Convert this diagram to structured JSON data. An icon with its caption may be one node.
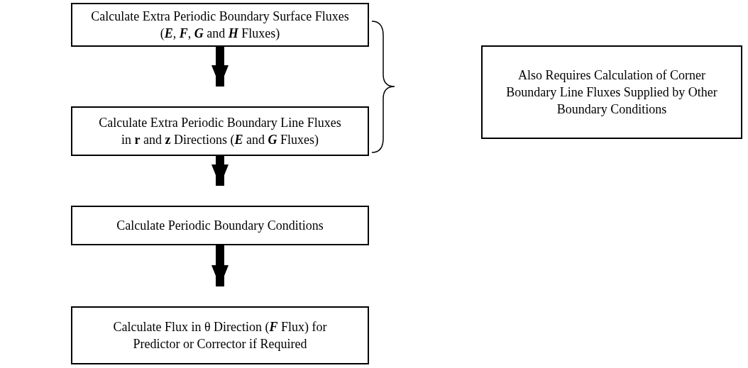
{
  "diagram": {
    "nodes": [
      {
        "text": [
          "Calculate Extra Periodic Boundary Surface Fluxes (*E*, *F*, *G* and *H* Fluxes)"
        ]
      },
      {
        "text": [
          "Calculate Extra Periodic Boundary Line Fluxes in **r** and **z** Directions (*E* and *G* Fluxes)"
        ]
      },
      {
        "text": [
          "Calculate Periodic Boundary Conditions"
        ]
      },
      {
        "text": [
          "Calculate Flux in θ Direction (*F* Flux) for Predictor or Corrector if Required"
        ]
      },
      {
        "text": [
          "Also Requires Calculation of Corner Boundary Line Fluxes Supplied by Other Boundary Conditions"
        ]
      }
    ],
    "edges": [
      {
        "from": 0,
        "to": 1,
        "arrow": "to"
      },
      {
        "from": 1,
        "to": 2,
        "arrow": "to"
      },
      {
        "from": 2,
        "to": 3,
        "arrow": "to"
      }
    ]
  }
}
